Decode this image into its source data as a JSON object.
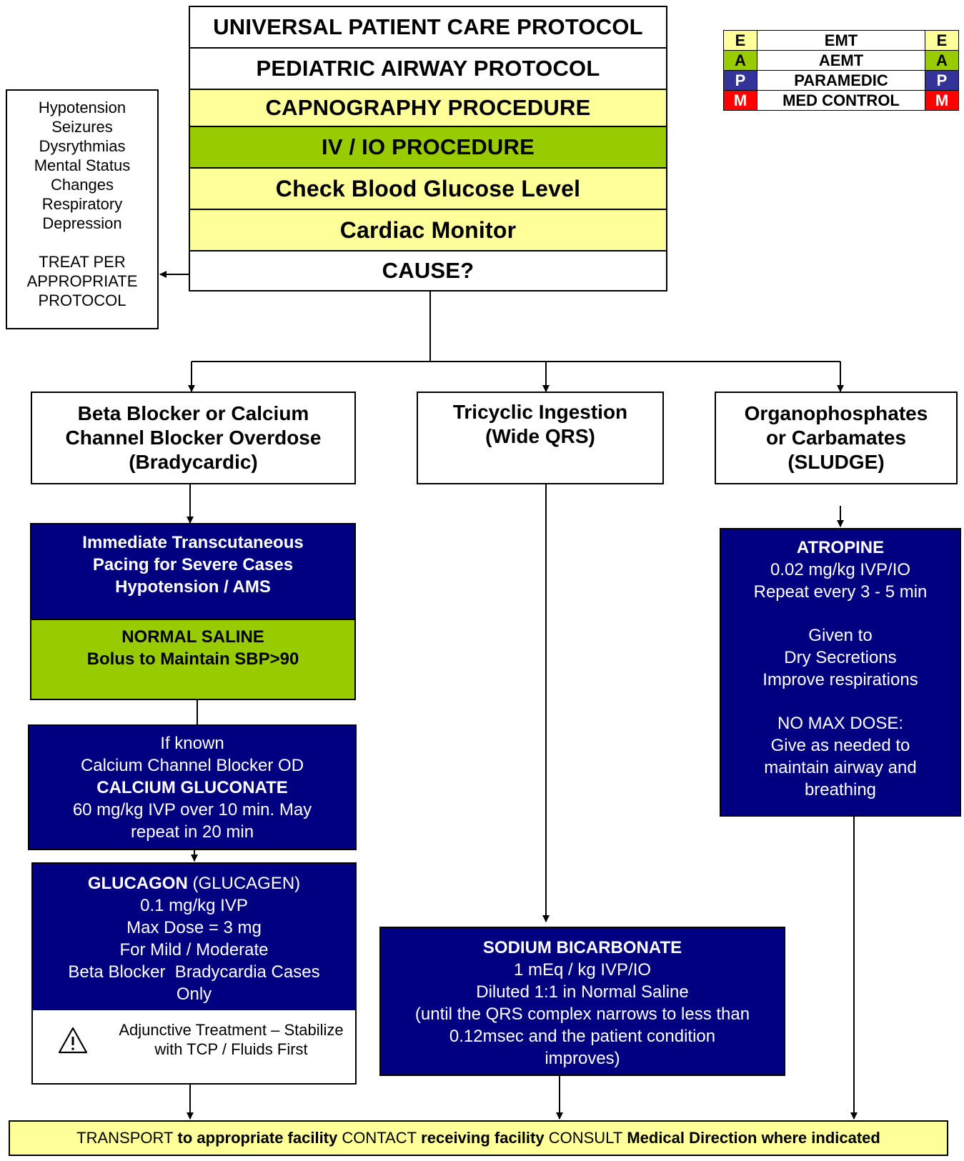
{
  "header": {
    "universal": "UNIVERSAL PATIENT CARE PROTOCOL",
    "pediatric_airway": "PEDIATRIC AIRWAY PROTOCOL",
    "capnography": "CAPNOGRAPHY PROCEDURE",
    "iv_io": "IV / IO PROCEDURE",
    "glucose": "Check Blood Glucose Level",
    "cardiac": "Cardiac Monitor",
    "cause": "CAUSE?"
  },
  "legend": [
    {
      "key": "E",
      "label": "EMT",
      "color": "#ffff99"
    },
    {
      "key": "A",
      "label": "AEMT",
      "color": "#99cc00"
    },
    {
      "key": "P",
      "label": "PARAMEDIC",
      "color": "#333399"
    },
    {
      "key": "M",
      "label": "MED CONTROL",
      "color": "#ff0000"
    }
  ],
  "side_box": {
    "lines": [
      "Hypotension",
      "Seizures",
      "Dysrythmias",
      "Mental Status",
      "Changes",
      "Respiratory",
      "Depression"
    ],
    "treat": [
      "TREAT PER",
      "APPROPRIATE",
      "PROTOCOL"
    ]
  },
  "causes": {
    "beta": [
      "Beta Blocker or Calcium",
      "Channel Blocker Overdose",
      "(Bradycardic)"
    ],
    "tricyclic": [
      "Tricyclic Ingestion",
      "(Wide QRS)"
    ],
    "organo": [
      "Organophosphates",
      "or Carbamates",
      "(SLUDGE)"
    ]
  },
  "beta_path": {
    "pacing": [
      "Immediate Transcutaneous",
      "Pacing for Severe Cases",
      "Hypotension / AMS"
    ],
    "saline": [
      "NORMAL SALINE",
      "Bolus to Maintain SBP>90"
    ],
    "calcium": {
      "pre": [
        "If known",
        "Calcium Channel Blocker OD"
      ],
      "drug": "CALCIUM GLUCONATE",
      "post": [
        "60 mg/kg IVP over 10 min. May",
        "repeat in 20 min"
      ]
    },
    "glucagon": {
      "drug": "GLUCAGON",
      "brand": " (GLUCAGEN)",
      "lines": [
        "0.1 mg/kg IVP",
        "Max Dose = 3 mg",
        "For Mild / Moderate",
        "Beta Blocker  Bradycardia Cases",
        "Only"
      ]
    },
    "adjunct": [
      "Adjunctive Treatment – Stabilize",
      "with TCP / Fluids First"
    ],
    "adjunct_icon": "warning-triangle-icon"
  },
  "tricyclic_path": {
    "drug": "SODIUM BICARBONATE",
    "lines": [
      "1 mEq / kg IVP/IO",
      "Diluted 1:1 in Normal Saline",
      "(until the QRS complex narrows to less than",
      "0.12msec and the patient condition",
      "improves)"
    ]
  },
  "organo_path": {
    "drug": "ATROPINE",
    "dose": [
      "0.02 mg/kg IVP/IO",
      "Repeat every 3 - 5 min"
    ],
    "given": [
      "Given to",
      "Dry Secretions",
      "Improve respirations"
    ],
    "nomax": [
      "NO MAX DOSE:",
      "Give as needed to",
      "maintain airway and",
      "breathing"
    ]
  },
  "transport": {
    "p1": "TRANSPORT",
    "p2": " to appropriate facility ",
    "p3": "CONTACT",
    "p4": " receiving facility ",
    "p5": "CONSULT",
    "p6": " Medical Direction where indicated"
  }
}
